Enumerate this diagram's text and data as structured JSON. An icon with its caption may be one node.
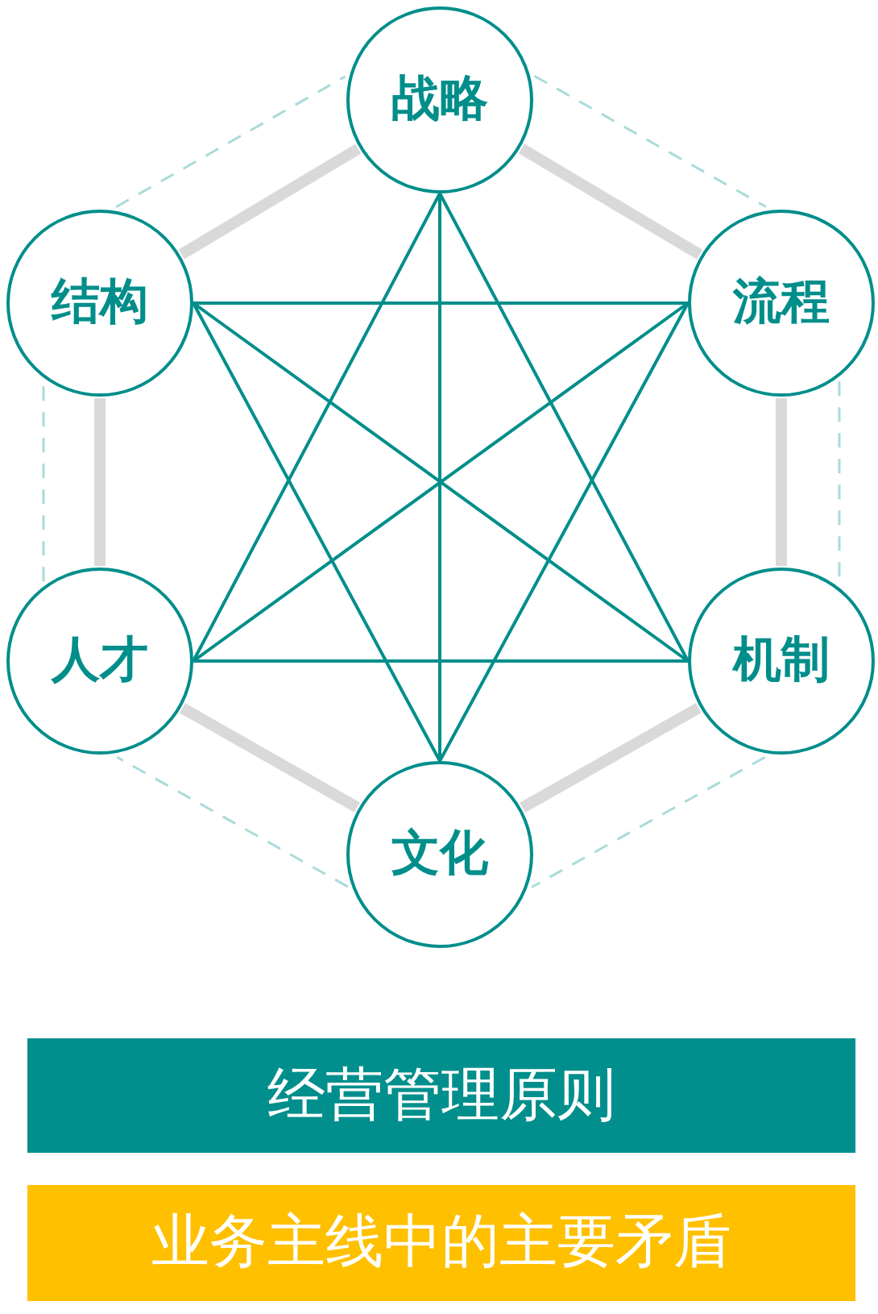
{
  "diagram": {
    "nodes": [
      {
        "text": [
          "战略"
        ]
      },
      {
        "text": [
          "结构"
        ]
      },
      {
        "text": [
          "流程"
        ]
      },
      {
        "text": [
          "人才"
        ]
      },
      {
        "text": [
          "机制"
        ]
      },
      {
        "text": [
          "文化"
        ]
      },
      {
        "text": [
          "经营管理原则"
        ]
      },
      {
        "text": [
          "业务主线中的主要矛盾"
        ]
      }
    ],
    "edges": [
      {
        "from": 0,
        "to": 1,
        "arrow": "none",
        "style": "thick",
        "color": "#d9d9d9"
      },
      {
        "from": 0,
        "to": 2,
        "arrow": "none",
        "style": "thick",
        "color": "#d9d9d9"
      },
      {
        "from": 2,
        "to": 4,
        "arrow": "none",
        "style": "thick",
        "color": "#d9d9d9"
      },
      {
        "from": 4,
        "to": 5,
        "arrow": "none",
        "style": "thick",
        "color": "#d9d9d9"
      },
      {
        "from": 5,
        "to": 3,
        "arrow": "none",
        "style": "thick",
        "color": "#d9d9d9"
      },
      {
        "from": 3,
        "to": 1,
        "arrow": "none",
        "style": "thick",
        "color": "#d9d9d9"
      },
      {
        "from": 0,
        "to": 2,
        "arrow": "none",
        "style": "dashed",
        "color": "#a9dbd9"
      },
      {
        "from": 2,
        "to": 4,
        "arrow": "none",
        "style": "dashed",
        "color": "#a9dbd9"
      },
      {
        "from": 4,
        "to": 5,
        "arrow": "none",
        "style": "dashed",
        "color": "#a9dbd9"
      },
      {
        "from": 5,
        "to": 3,
        "arrow": "none",
        "style": "dashed",
        "color": "#a9dbd9"
      },
      {
        "from": 3,
        "to": 1,
        "arrow": "none",
        "style": "dashed",
        "color": "#a9dbd9"
      },
      {
        "from": 1,
        "to": 0,
        "arrow": "none",
        "style": "dashed",
        "color": "#a9dbd9"
      },
      {
        "from": 0,
        "to": 3,
        "arrow": "none"
      },
      {
        "from": 0,
        "to": 4,
        "arrow": "none"
      },
      {
        "from": 0,
        "to": 5,
        "arrow": "none"
      },
      {
        "from": 1,
        "to": 2,
        "arrow": "none"
      },
      {
        "from": 1,
        "to": 4,
        "arrow": "none"
      },
      {
        "from": 1,
        "to": 5,
        "arrow": "none"
      },
      {
        "from": 2,
        "to": 3,
        "arrow": "none"
      },
      {
        "from": 2,
        "to": 5,
        "arrow": "none"
      },
      {
        "from": 3,
        "to": 4,
        "arrow": "none"
      }
    ]
  }
}
